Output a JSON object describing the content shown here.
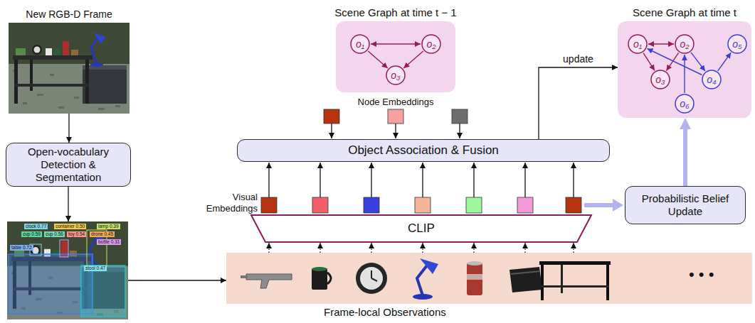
{
  "diagram": {
    "nodes": [
      {
        "text": [
          "New RGB-D Frame"
        ]
      },
      {
        "text": [
          "Open-vocabulary Detection & Segmentation"
        ]
      },
      {
        "text": [
          "clock 0.77",
          "container 0.50",
          "lamp 0.39",
          "cup 0.59",
          "cup 0.56",
          "toy 0.54",
          "drone 0.45",
          "table 0.72",
          "bottle 0.31",
          "stool 0.47"
        ]
      },
      {
        "text": [
          "Frame-local Observations",
          "• • •"
        ]
      },
      {
        "text": [
          "CLIP"
        ]
      },
      {
        "text": [
          "Scene Graph at time t − 1"
        ]
      },
      {
        "text": [
          "o₁"
        ],
        "in": 5
      },
      {
        "text": [
          "o₂"
        ],
        "in": 5
      },
      {
        "text": [
          "o₃"
        ],
        "in": 5
      },
      {
        "text": [
          "Object Association & Fusion"
        ]
      },
      {
        "text": [
          "Scene Graph at time t"
        ]
      },
      {
        "text": [
          "o₁"
        ],
        "in": 10
      },
      {
        "text": [
          "o₂"
        ],
        "in": 10
      },
      {
        "text": [
          "o₃"
        ],
        "in": 10
      },
      {
        "text": [
          "o₄"
        ],
        "in": 10
      },
      {
        "text": [
          "o₅"
        ],
        "in": 10
      },
      {
        "text": [
          "o₆"
        ],
        "in": 10
      },
      {
        "text": [
          "Probabilistic Belief Update"
        ]
      }
    ],
    "edges": [
      {
        "from": 0,
        "to": 1,
        "arrow": "to"
      },
      {
        "from": 1,
        "to": 2,
        "arrow": "to"
      },
      {
        "from": 2,
        "to": 3,
        "arrow": "to"
      },
      {
        "from": 3,
        "to": 4,
        "arrow": "to"
      },
      {
        "from": 3,
        "to": 4,
        "arrow": "to"
      },
      {
        "from": 3,
        "to": 4,
        "arrow": "to"
      },
      {
        "from": 3,
        "to": 4,
        "arrow": "to"
      },
      {
        "from": 3,
        "to": 4,
        "arrow": "to"
      },
      {
        "from": 3,
        "to": 4,
        "arrow": "to"
      },
      {
        "from": 3,
        "to": 4,
        "arrow": "to"
      },
      {
        "from": 6,
        "to": 7,
        "arrow": "both"
      },
      {
        "from": 6,
        "to": 8,
        "arrow": "to"
      },
      {
        "from": 7,
        "to": 8,
        "arrow": "to"
      },
      {
        "from": 9,
        "to": 10,
        "label": "update",
        "arrow": "to"
      },
      {
        "from": 17,
        "to": 10,
        "arrow": "to"
      },
      {
        "from": 11,
        "to": 12,
        "arrow": "both"
      },
      {
        "from": 11,
        "to": 13,
        "arrow": "to"
      },
      {
        "from": 12,
        "to": 13,
        "arrow": "to"
      },
      {
        "from": 14,
        "to": 11,
        "arrow": "to"
      },
      {
        "from": 12,
        "to": 14,
        "arrow": "to"
      },
      {
        "from": 14,
        "to": 15,
        "arrow": "to"
      },
      {
        "from": 16,
        "to": 12,
        "arrow": "to"
      }
    ],
    "labels": [
      "Node Embeddings",
      "Visual Embeddings"
    ]
  }
}
